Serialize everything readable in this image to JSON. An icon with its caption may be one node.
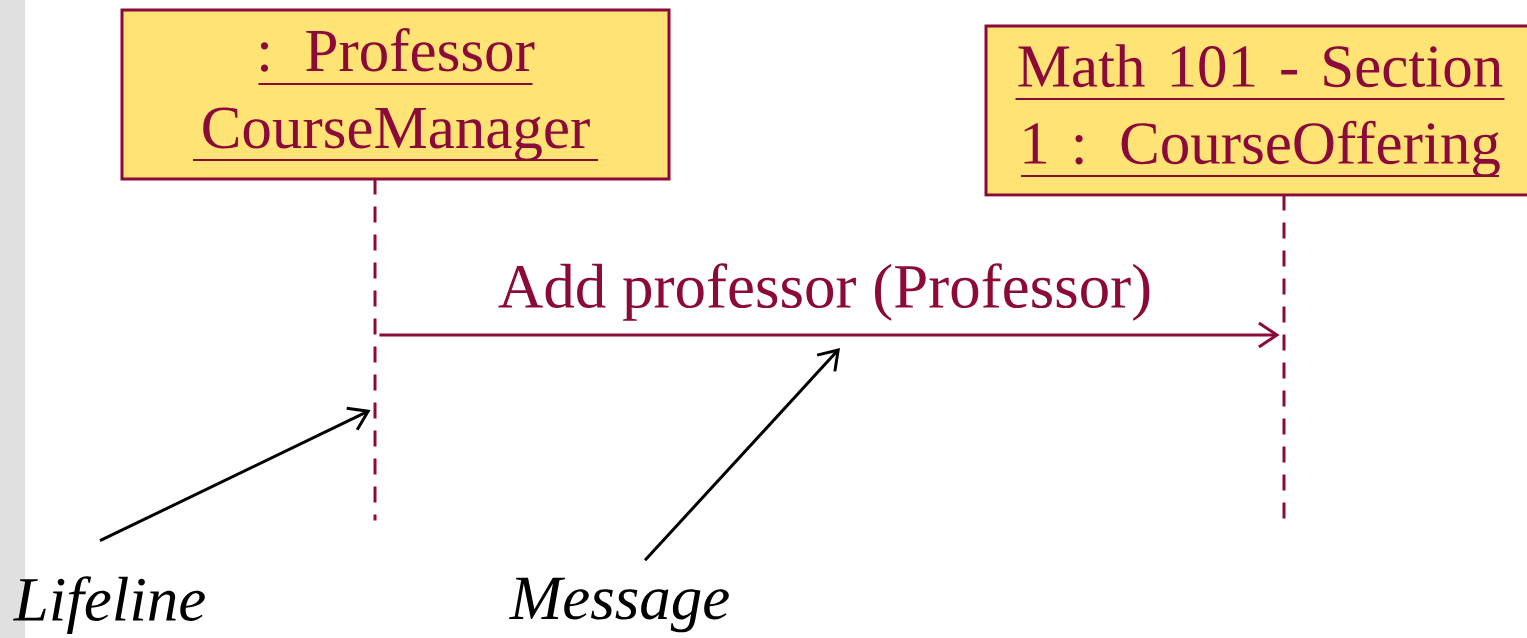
{
  "diagram": {
    "nodes": [
      {
        "text": [
          ": Professor CourseManager"
        ]
      },
      {
        "text": [
          "Math 101 - Section 1 : CourseOffering"
        ]
      },
      {
        "text": [],
        "shape": "line"
      },
      {
        "text": [],
        "shape": "line"
      },
      {
        "text": [
          "Lifeline"
        ]
      },
      {
        "text": [
          "Message"
        ]
      }
    ],
    "edges": [
      {
        "from": 2,
        "to": 3,
        "arrow": "to",
        "label": "Add professor (Professor)",
        "color": "#8b0a3a"
      },
      {
        "from": 4,
        "to": 2,
        "arrow": "to"
      },
      {
        "from": 5,
        "to": null,
        "arrow": "to"
      }
    ]
  }
}
